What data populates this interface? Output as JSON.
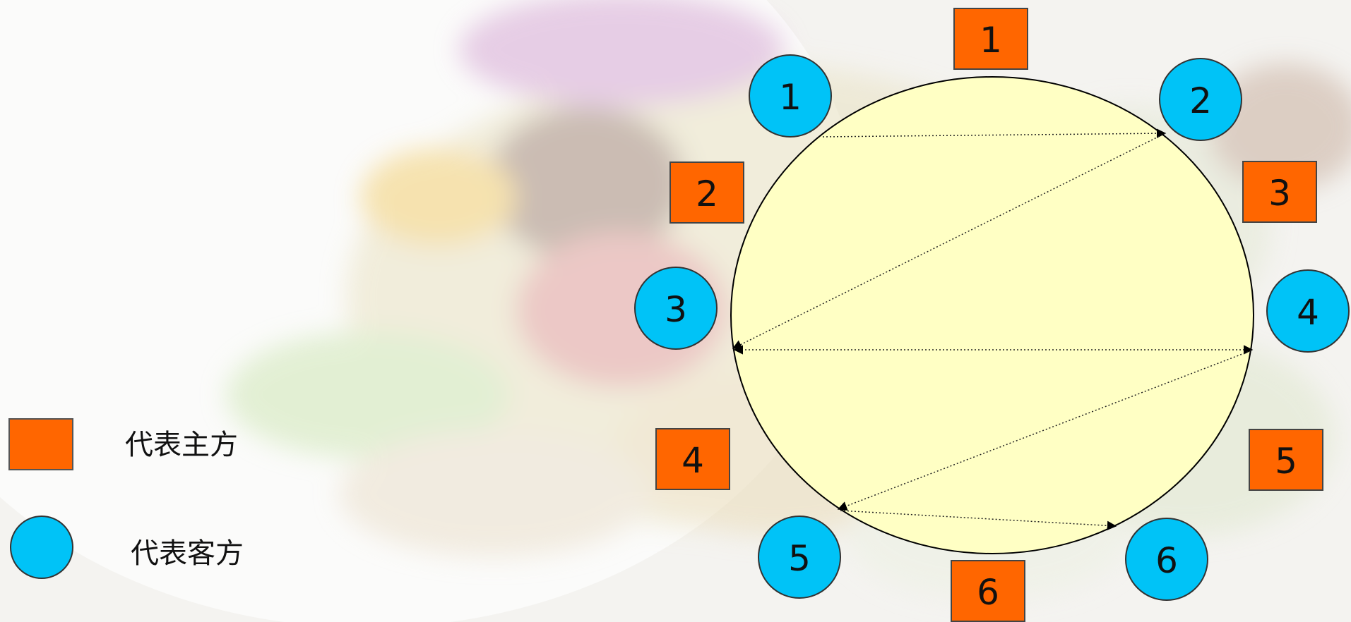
{
  "colors": {
    "host": "#ff6600",
    "guest": "#00c3f7",
    "table": "#ffffc4"
  },
  "table": {
    "hosts": [
      "1",
      "2",
      "3",
      "4",
      "5",
      "6"
    ],
    "guests": [
      "1",
      "2",
      "3",
      "4",
      "5",
      "6"
    ]
  },
  "legend": {
    "host_label": "代表主方",
    "guest_label": "代表客方"
  }
}
